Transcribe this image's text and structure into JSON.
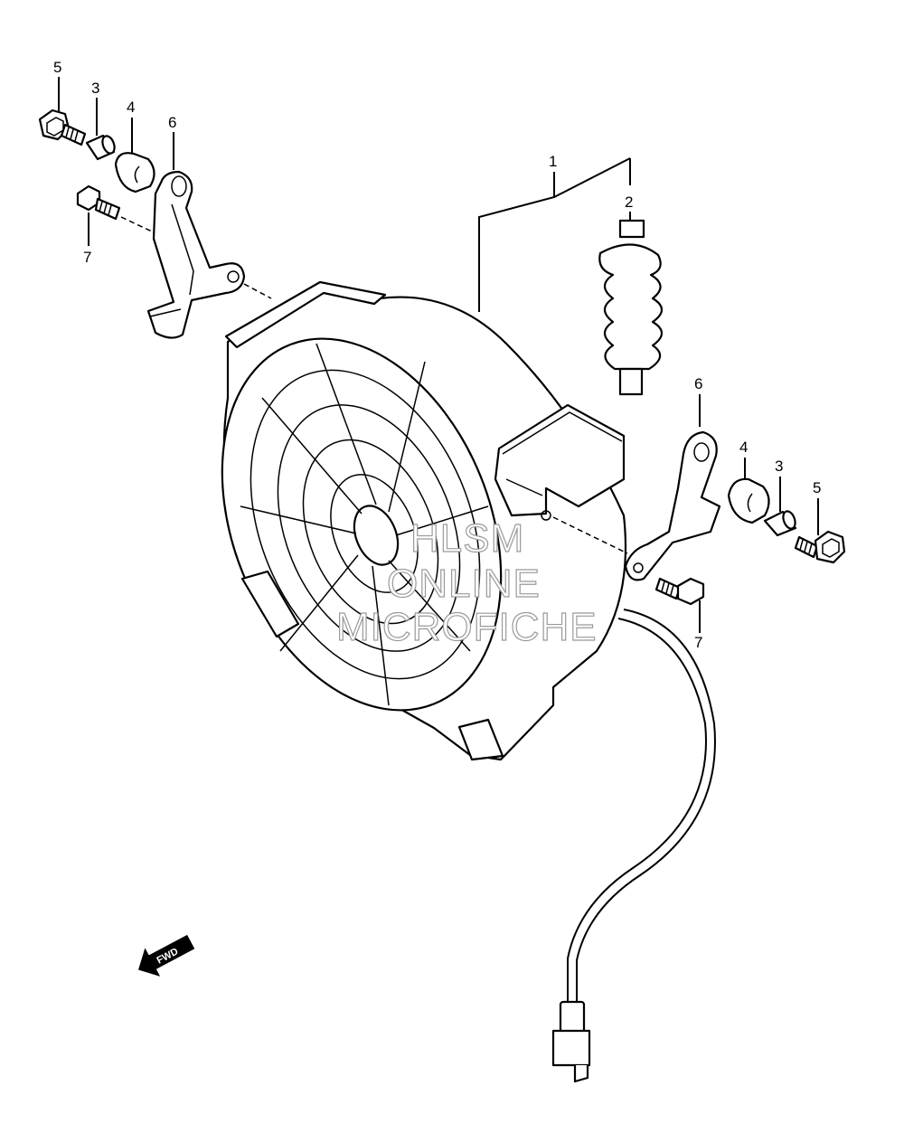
{
  "callouts": [
    {
      "id": "label-1-top",
      "text": "1"
    },
    {
      "id": "label-2",
      "text": "2"
    },
    {
      "id": "label-3-left",
      "text": "3"
    },
    {
      "id": "label-4-left",
      "text": "4"
    },
    {
      "id": "label-5-left",
      "text": "5"
    },
    {
      "id": "label-6-left",
      "text": "6"
    },
    {
      "id": "label-7-left",
      "text": "7"
    },
    {
      "id": "label-6-right",
      "text": "6"
    },
    {
      "id": "label-4-right",
      "text": "4"
    },
    {
      "id": "label-3-right",
      "text": "3"
    },
    {
      "id": "label-5-right",
      "text": "5"
    },
    {
      "id": "label-7-right",
      "text": "7"
    }
  ],
  "watermark": {
    "line1": "HLSM",
    "line2": "ONLINE",
    "line3": "MICROFICHE"
  },
  "fwd_badge": "FWD"
}
